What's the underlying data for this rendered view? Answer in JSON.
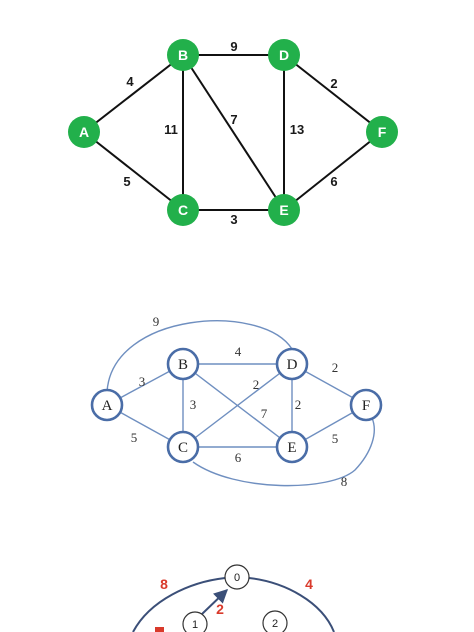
{
  "colors": {
    "green_node": "#22b04b",
    "green_edge": "#111111",
    "blue_node_stroke": "#4a6da7",
    "blue_edge": "#6f8fc0",
    "red_weight": "#d93a2b",
    "dark_edge": "#3b4f78"
  },
  "graph1": {
    "nodes": [
      {
        "id": "A",
        "label": "A"
      },
      {
        "id": "B",
        "label": "B"
      },
      {
        "id": "C",
        "label": "C"
      },
      {
        "id": "D",
        "label": "D"
      },
      {
        "id": "E",
        "label": "E"
      },
      {
        "id": "F",
        "label": "F"
      }
    ],
    "edges": [
      {
        "from": "A",
        "to": "B",
        "weight": "4"
      },
      {
        "from": "A",
        "to": "C",
        "weight": "5"
      },
      {
        "from": "B",
        "to": "C",
        "weight": "11"
      },
      {
        "from": "B",
        "to": "D",
        "weight": "9"
      },
      {
        "from": "B",
        "to": "E",
        "weight": "7"
      },
      {
        "from": "C",
        "to": "E",
        "weight": "3"
      },
      {
        "from": "D",
        "to": "E",
        "weight": "13"
      },
      {
        "from": "D",
        "to": "F",
        "weight": "2"
      },
      {
        "from": "E",
        "to": "F",
        "weight": "6"
      }
    ]
  },
  "graph2": {
    "nodes": [
      {
        "id": "A",
        "label": "A"
      },
      {
        "id": "B",
        "label": "B"
      },
      {
        "id": "C",
        "label": "C"
      },
      {
        "id": "D",
        "label": "D"
      },
      {
        "id": "E",
        "label": "E"
      },
      {
        "id": "F",
        "label": "F"
      }
    ],
    "edges": [
      {
        "from": "A",
        "to": "D",
        "weight": "9"
      },
      {
        "from": "A",
        "to": "B",
        "weight": "3"
      },
      {
        "from": "A",
        "to": "C",
        "weight": "5"
      },
      {
        "from": "B",
        "to": "D",
        "weight": "4"
      },
      {
        "from": "B",
        "to": "C",
        "weight": "3"
      },
      {
        "from": "B",
        "to": "E",
        "weight": "7"
      },
      {
        "from": "C",
        "to": "D",
        "weight": "2"
      },
      {
        "from": "D",
        "to": "E",
        "weight": "2"
      },
      {
        "from": "D",
        "to": "F",
        "weight": "2"
      },
      {
        "from": "C",
        "to": "E",
        "weight": "6"
      },
      {
        "from": "E",
        "to": "F",
        "weight": "5"
      },
      {
        "from": "C",
        "to": "F",
        "weight": "8"
      }
    ]
  },
  "graph3": {
    "nodes": [
      {
        "id": "0",
        "label": "0"
      },
      {
        "id": "1",
        "label": "1"
      },
      {
        "id": "2",
        "label": "2"
      }
    ],
    "edges": [
      {
        "from": "1",
        "to": "0",
        "weight": "2"
      }
    ],
    "weights_visible": [
      "8",
      "4",
      "2"
    ]
  }
}
